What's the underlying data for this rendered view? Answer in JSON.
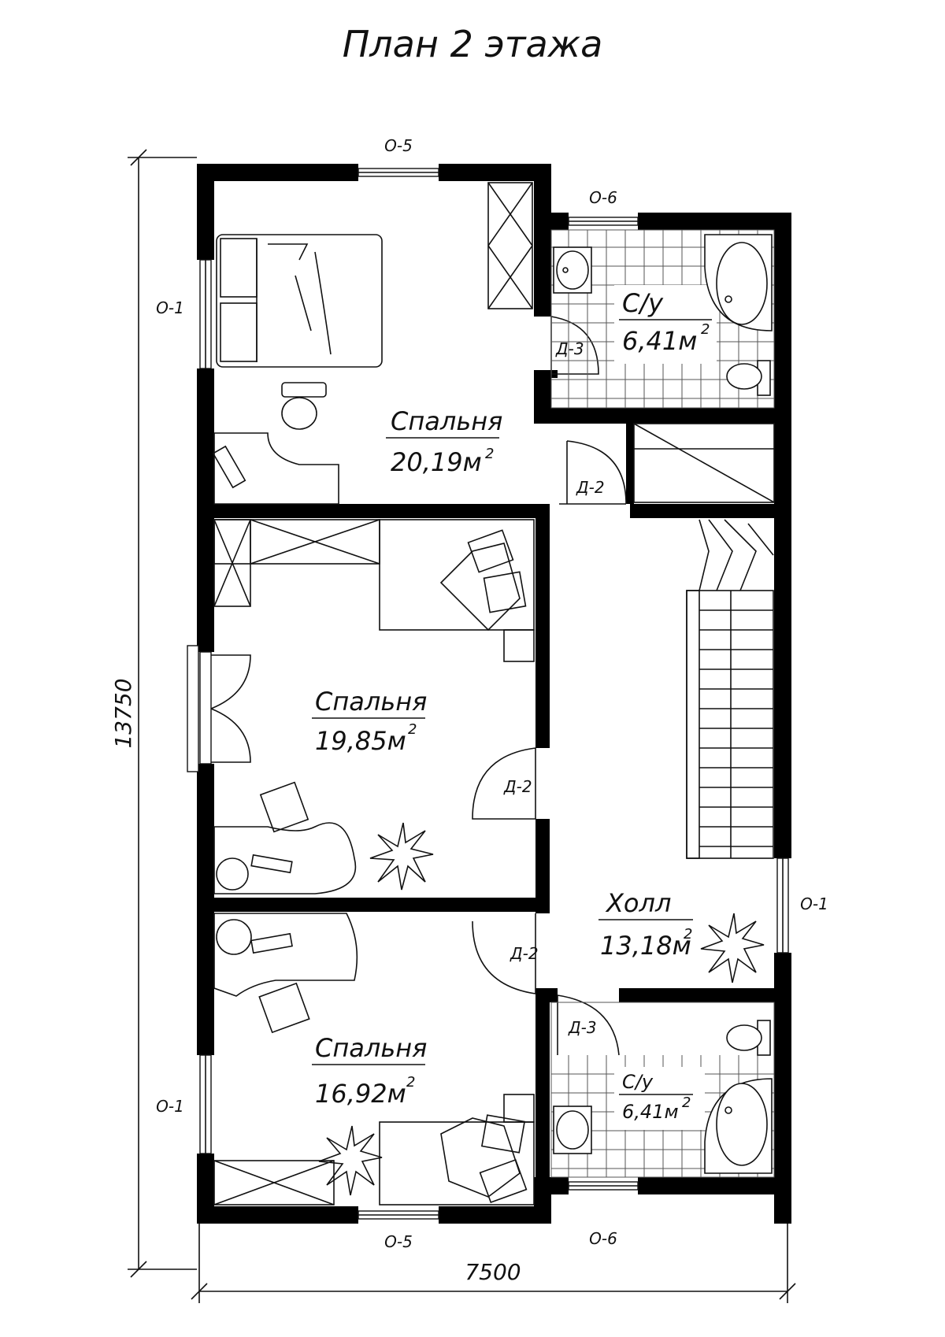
{
  "title": "План 2 этажа",
  "dimensions": {
    "overall_height": "13750",
    "overall_width": "7500"
  },
  "rooms": [
    {
      "name": "Спальня",
      "area": "20,19м",
      "area_unit_sup": "2"
    },
    {
      "name": "С/у",
      "area": "6,41м",
      "area_unit_sup": "2"
    },
    {
      "name": "Спальня",
      "area": "19,85м",
      "area_unit_sup": "2"
    },
    {
      "name": "Холл",
      "area": "13,18м",
      "area_unit_sup": "2"
    },
    {
      "name": "Спальня",
      "area": "16,92м",
      "area_unit_sup": "2"
    },
    {
      "name": "С/у",
      "area": "6,41м",
      "area_unit_sup": "2"
    }
  ],
  "windows": {
    "top": "О-5",
    "bath_top": "О-6",
    "left_upper": "О-1",
    "right_hall": "О-1",
    "left_lower": "О-1",
    "bath_bottom": "О-6",
    "bottom": "О-5"
  },
  "doors": {
    "bath_top": "Д-3",
    "bedroom1": "Д-2",
    "bedroom2": "Д-2",
    "bedroom3": "Д-2",
    "bath_bottom": "Д-3"
  },
  "colors": {
    "walls": "#000000",
    "lines": "#111111",
    "background": "#ffffff"
  }
}
